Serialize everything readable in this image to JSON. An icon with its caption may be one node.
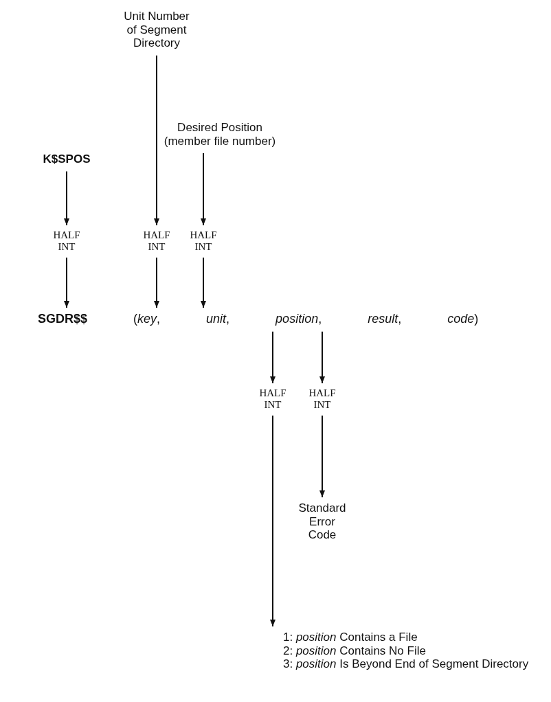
{
  "diagram": {
    "nodes": [
      {
        "text": [
          "Unit Number of Segment Directory"
        ]
      },
      {
        "text": [
          "Desired Position (member file number)"
        ]
      },
      {
        "text": [
          "K$SPOS"
        ]
      },
      {
        "text": [
          "HALF INT"
        ]
      },
      {
        "text": [
          "HALF INT"
        ]
      },
      {
        "text": [
          "HALF INT"
        ]
      },
      {
        "text": [
          "**SGDR$$** (*key*, *unit*, *position*, *result*, *code*)"
        ]
      },
      {
        "text": [
          "HALF INT"
        ]
      },
      {
        "text": [
          "HALF INT"
        ]
      },
      {
        "text": [
          "Standard Error Code"
        ]
      },
      {
        "text": [
          "1: *position* Contains a File",
          "2: *position* Contains No File",
          "3: *position* Is Beyond End of Segment Directory"
        ]
      }
    ],
    "edges": [
      {
        "from": 2,
        "to": 3,
        "arrow": "to"
      },
      {
        "from": 0,
        "to": 4,
        "arrow": "to"
      },
      {
        "from": 1,
        "to": 5,
        "arrow": "to"
      },
      {
        "from": 3,
        "to": 6,
        "arrow": "to"
      },
      {
        "from": 4,
        "to": 6,
        "arrow": "to"
      },
      {
        "from": 5,
        "to": 6,
        "arrow": "to"
      },
      {
        "from": 6,
        "to": 7,
        "arrow": "to"
      },
      {
        "from": 6,
        "to": 8,
        "arrow": "to"
      },
      {
        "from": 8,
        "to": 9,
        "arrow": "to"
      },
      {
        "from": 7,
        "to": 10,
        "arrow": "to"
      }
    ]
  }
}
